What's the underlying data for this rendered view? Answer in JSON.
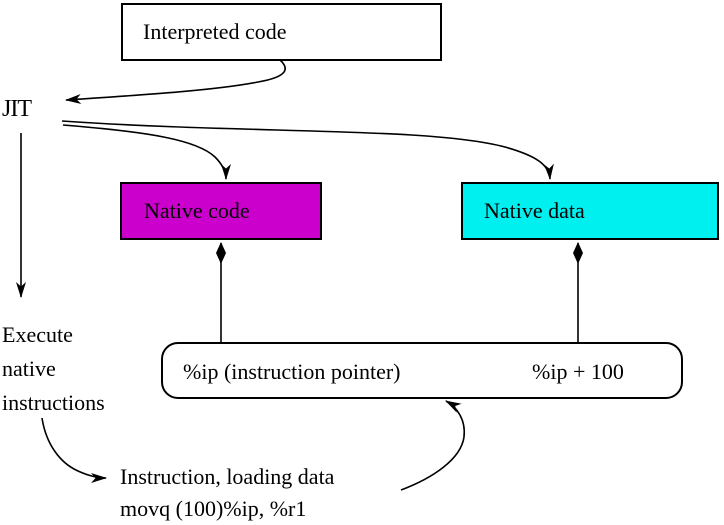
{
  "boxes": {
    "interpreted": {
      "label": "Interpreted code"
    },
    "native_code": {
      "label": "Native code",
      "fill": "#CC00CC"
    },
    "native_data": {
      "label": "Native data",
      "fill": "#00EFEF"
    },
    "pointer": {
      "left_label": "%ip (instruction pointer)",
      "right_label": "%ip + 100"
    }
  },
  "labels": {
    "jit": "JIT",
    "execute": {
      "lines": [
        "Execute",
        "native",
        "instructions"
      ]
    },
    "instruction_caption": {
      "lines": [
        "Instruction, loading data",
        "movq (100)%ip, %r1"
      ]
    }
  },
  "connections": [
    {
      "from": "interpreted-code",
      "to": "jit",
      "style": "arrow"
    },
    {
      "from": "jit",
      "to": "native-code",
      "style": "arrow"
    },
    {
      "from": "jit",
      "to": "native-data",
      "style": "arrow"
    },
    {
      "from": "jit",
      "to": "execute-native-instructions",
      "style": "arrow"
    },
    {
      "from": "pointer-box",
      "to": "native-code",
      "style": "diamond"
    },
    {
      "from": "pointer-box",
      "to": "native-data",
      "style": "diamond"
    },
    {
      "from": "execute-native-instructions",
      "to": "instruction-caption",
      "style": "arrow"
    },
    {
      "from": "instruction-caption",
      "to": "pointer-box",
      "style": "arrow"
    }
  ],
  "colors": {
    "line": "#000000",
    "background": "#FFFFFF",
    "native_code_fill": "#CC00CC",
    "native_data_fill": "#00EFEF"
  }
}
